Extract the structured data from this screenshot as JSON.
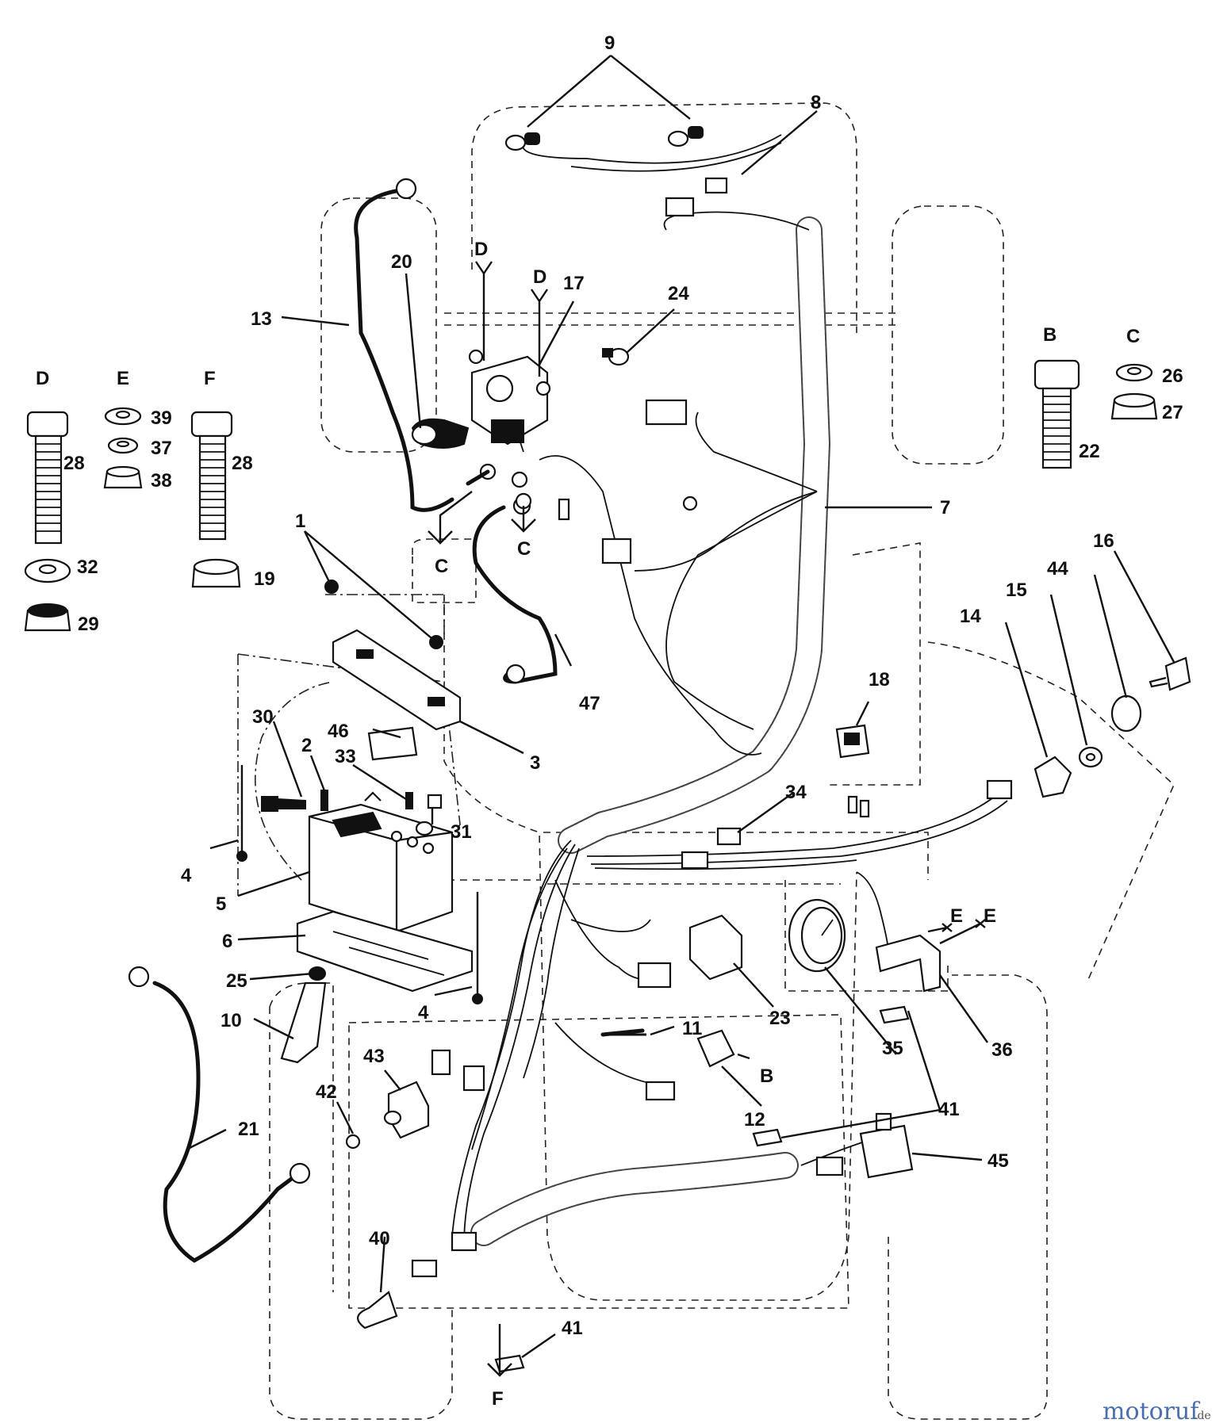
{
  "callouts": {
    "c1": "1",
    "c2": "2",
    "c3": "3",
    "c4a": "4",
    "c4b": "4",
    "c5": "5",
    "c6": "6",
    "c7": "7",
    "c8": "8",
    "c9": "9",
    "c10": "10",
    "c11": "11",
    "c12": "12",
    "c13": "13",
    "c14": "14",
    "c15": "15",
    "c16": "16",
    "c17": "17",
    "c18": "18",
    "c19": "19",
    "c20": "20",
    "c21": "21",
    "c22": "22",
    "c23": "23",
    "c24": "24",
    "c25": "25",
    "c26": "26",
    "c27": "27",
    "c28a": "28",
    "c28b": "28",
    "c29": "29",
    "c30": "30",
    "c31": "31",
    "c32": "32",
    "c33": "33",
    "c34": "34",
    "c35": "35",
    "c36": "36",
    "c37": "37",
    "c38": "38",
    "c39": "39",
    "c40": "40",
    "c41a": "41",
    "c41b": "41",
    "c42": "42",
    "c43": "43",
    "c44": "44",
    "c45": "45",
    "c46": "46",
    "c47": "47"
  },
  "letters": {
    "hw_D": "D",
    "hw_E": "E",
    "hw_F": "F",
    "hw_B": "B",
    "hw_C": "C",
    "ref_D1": "D",
    "ref_D2": "D",
    "ref_C1": "C",
    "ref_C2": "C",
    "ref_E1": "E",
    "ref_E2": "E",
    "ref_B": "B",
    "ref_F": "F"
  },
  "watermark": {
    "text_main": "motoruf",
    "text_suffix": ".de"
  }
}
